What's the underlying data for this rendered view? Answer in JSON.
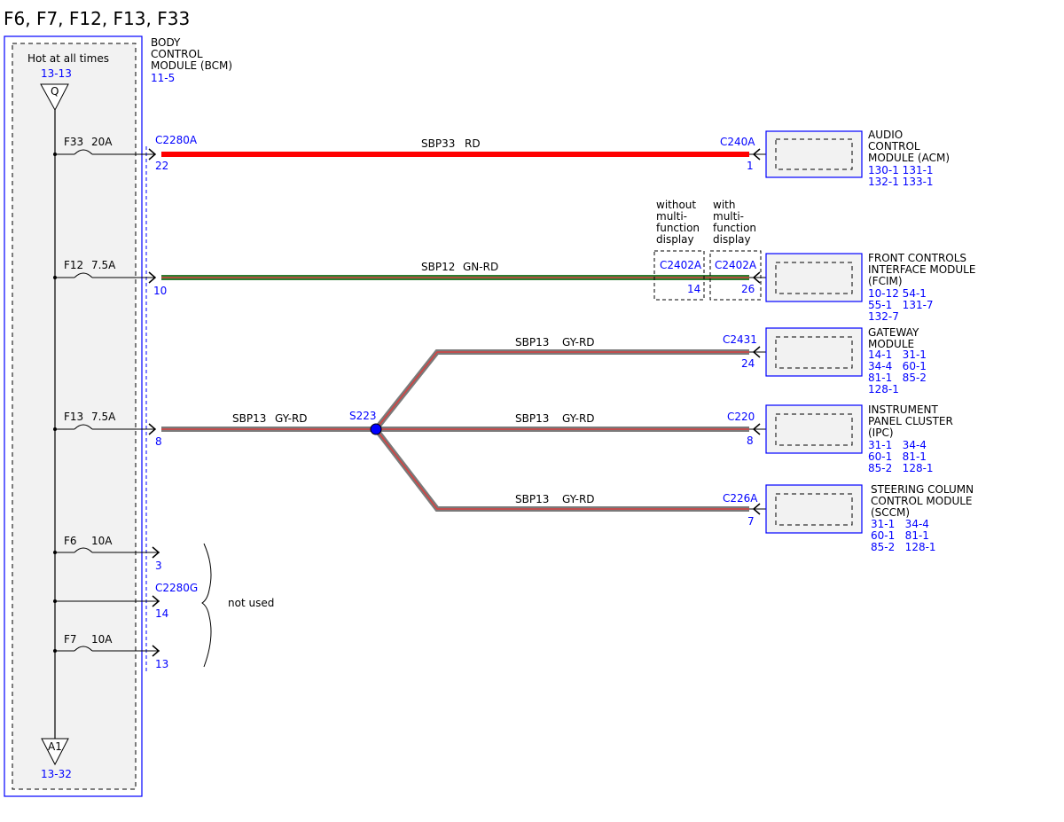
{
  "title": "F6, F7, F12, F13, F33",
  "colors": {
    "blue": "#0000ff",
    "red": "#ff0000",
    "green": "#2e7d32",
    "gray": "#7a7a7a",
    "box_fill": "#f2f2f2"
  },
  "bcm": {
    "name_lines": [
      "BODY",
      "CONTROL",
      "MODULE (BCM)"
    ],
    "ref": "11-5",
    "hot_label": "Hot at all times",
    "top_ref": "13-13",
    "top_conn": "Q",
    "bottom_conn": "A1",
    "bottom_ref": "13-32",
    "connector_a": "C2280A",
    "connector_g": "C2280G",
    "not_used": "not used"
  },
  "fuses": [
    {
      "name": "F33",
      "rating": "20A",
      "pin": "22"
    },
    {
      "name": "F12",
      "rating": "7.5A",
      "pin": "10"
    },
    {
      "name": "F13",
      "rating": "7.5A",
      "pin": "8"
    },
    {
      "name": "F6",
      "rating": "10A",
      "pin": "3"
    },
    {
      "name": "",
      "rating": "",
      "pin": "14"
    },
    {
      "name": "F7",
      "rating": "10A",
      "pin": "13"
    }
  ],
  "circuits": {
    "acm": {
      "circuit": "SBP33",
      "color_code": "RD"
    },
    "fcim": {
      "circuit": "SBP12",
      "color_code": "GN-RD"
    },
    "main": {
      "circuit": "SBP13",
      "color_code": "GY-RD"
    },
    "gateway": {
      "circuit": "SBP13",
      "color_code": "GY-RD"
    },
    "ipc": {
      "circuit": "SBP13",
      "color_code": "GY-RD"
    },
    "sccm": {
      "circuit": "SBP13",
      "color_code": "GY-RD"
    }
  },
  "splice": "S223",
  "modules": {
    "acm": {
      "connector": "C240A",
      "pin": "1",
      "name_lines": [
        "AUDIO",
        "CONTROL",
        "MODULE (ACM)"
      ],
      "refs": [
        "130-1 131-1",
        "132-1 133-1"
      ]
    },
    "fcim": {
      "name_lines": [
        "FRONT CONTROLS",
        "INTERFACE MODULE",
        "(FCIM)"
      ],
      "refs": [
        "10-12 54-1",
        "55-1   131-7",
        "132-7"
      ],
      "without": {
        "label_lines": [
          "without",
          "multi-",
          "function",
          "display"
        ],
        "connector": "C2402A",
        "pin": "14"
      },
      "with": {
        "label_lines": [
          "with",
          "multi-",
          "function",
          "display"
        ],
        "connector": "C2402A",
        "pin": "26"
      }
    },
    "gateway": {
      "connector": "C2431",
      "pin": "24",
      "name_lines": [
        "GATEWAY",
        "MODULE"
      ],
      "refs": [
        "14-1   31-1",
        "34-4   60-1",
        "81-1   85-2",
        "128-1"
      ]
    },
    "ipc": {
      "connector": "C220",
      "pin": "8",
      "name_lines": [
        "INSTRUMENT",
        "PANEL CLUSTER",
        "(IPC)"
      ],
      "refs": [
        "31-1   34-4",
        "60-1   81-1",
        "85-2   128-1"
      ]
    },
    "sccm": {
      "connector": "C226A",
      "pin": "7",
      "name_lines": [
        "STEERING COLUMN",
        "CONTROL MODULE",
        "(SCCM)"
      ],
      "refs": [
        "31-1   34-4",
        "60-1   81-1",
        "85-2   128-1"
      ]
    }
  }
}
